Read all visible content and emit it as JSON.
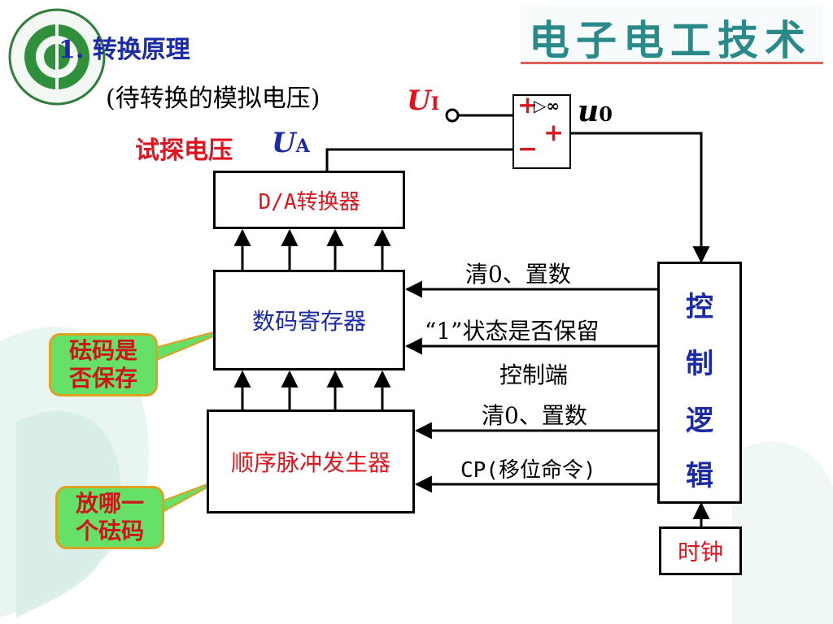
{
  "header": {
    "brand_title": "电子电工技术",
    "section_title": "1. 转换原理"
  },
  "logo": {
    "icon": "university-seal-icon"
  },
  "diagram": {
    "input_caption": "(待转换的模拟电压)",
    "input_symbol_main": "U",
    "input_symbol_sub": "I",
    "trial_caption": "试探电压",
    "trial_symbol_main": "U",
    "trial_symbol_sub": "A",
    "comparator_plus": "+",
    "comparator_minus": "−",
    "comparator_infinity": "▷∞",
    "comparator_out_plus": "+",
    "output_symbol_main": "u",
    "output_symbol_sub": "0",
    "da_converter_label": "D/A转换器",
    "register_label": "数码寄存器",
    "sequencer_label": "顺序脉冲发生器",
    "control_label_chars": [
      "控",
      "制",
      "逻",
      "辑"
    ],
    "clock_label": "时钟",
    "signal_clear_set_1": "清0、置数",
    "signal_keep_state": "“1”状态是否保留",
    "signal_control_end": "控制端",
    "signal_clear_set_2": "清0、置数",
    "signal_cp": "CP(移位命令)",
    "callout_weight_kept_line1": "砝码是",
    "callout_weight_kept_line2": "否保存",
    "callout_which_weight_line1": "放哪一",
    "callout_which_weight_line2": "个砝码"
  },
  "colors": {
    "title_blue": "#1a2aa8",
    "accent_red": "#e0141e",
    "callout_green": "#66e066",
    "callout_border": "#e0a020",
    "brand_teal": "#2a8a8a"
  }
}
